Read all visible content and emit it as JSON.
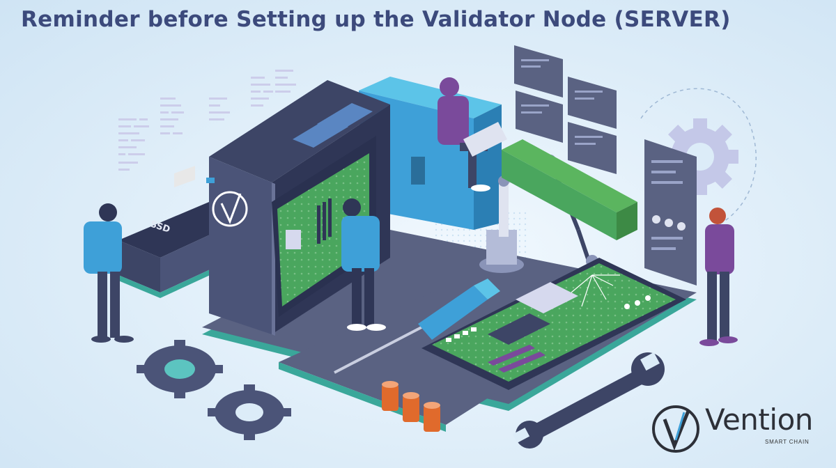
{
  "header": {
    "title": "Reminder before Setting up the Validator Node (SERVER)"
  },
  "illustration": {
    "ssd_label": "SSD",
    "icons": [
      "ssd-icon",
      "server-tower-icon",
      "toolbox-icon",
      "robotic-arm-icon",
      "gear-icon",
      "wrench-icon",
      "screwdriver-icon",
      "motherboard-icon",
      "qr-code-icon",
      "battery-icon",
      "person-icon",
      "laptop-icon"
    ]
  },
  "brand": {
    "name": "Vention",
    "tagline": "SMART CHAIN",
    "logo_lettering": "V"
  },
  "colors": {
    "title": "#3c4a7c",
    "dark_navy": "#3d4566",
    "slate": "#5a6282",
    "pcb_green": "#4aa65e",
    "teal_edge": "#3aa79a",
    "sky_blue": "#3ea0d8",
    "purple": "#7a4a9b",
    "orange": "#e06a2c"
  }
}
